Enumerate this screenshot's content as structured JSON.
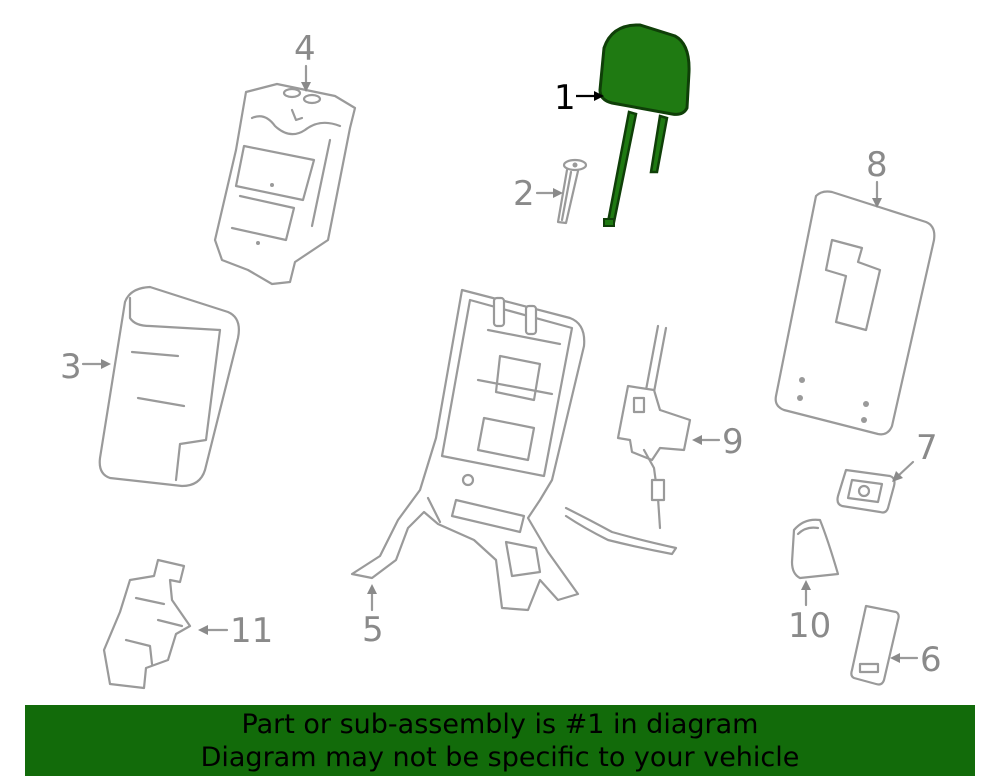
{
  "diagram": {
    "highlight_color": "#1f7a12",
    "line_color": "#9a9a9a",
    "callouts": {
      "p1": "1",
      "p2": "2",
      "p3": "3",
      "p4": "4",
      "p5": "5",
      "p6": "6",
      "p7": "7",
      "p8": "8",
      "p9": "9",
      "p10": "10",
      "p11": "11"
    }
  },
  "banner": {
    "line1": "Part or sub-assembly is #1 in diagram",
    "line2": "Diagram may not be specific to your vehicle",
    "bg_color": "#126b0a"
  }
}
